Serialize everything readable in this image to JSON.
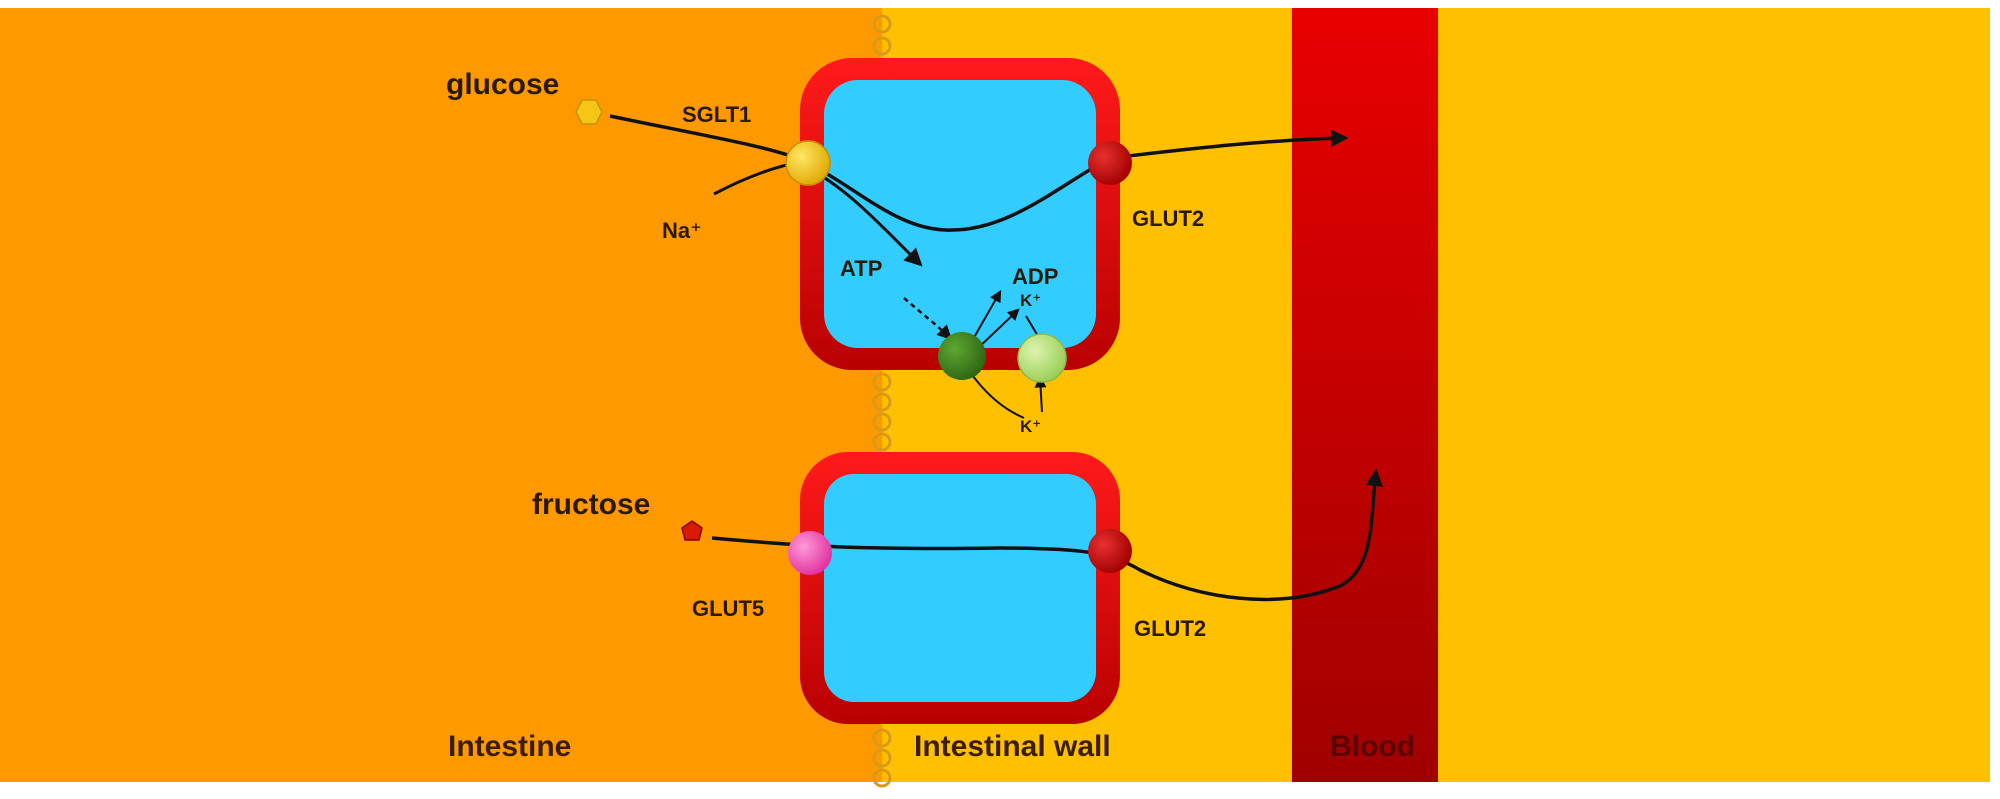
{
  "labels": {
    "glucose": "glucose",
    "sglt1": "SGLT1",
    "na": "Na⁺",
    "atp": "ATP",
    "adp": "ADP",
    "k_top": "K⁺",
    "k_bottom": "K⁺",
    "glut2_top": "GLUT2",
    "fructose": "fructose",
    "glut5": "GLUT5",
    "glut2_bottom": "GLUT2"
  },
  "regions": {
    "intestine": "Intestine",
    "intestinal_wall": "Intestinal wall",
    "blood": "Blood"
  },
  "colors": {
    "intestine": "#FF9900",
    "wall": "#FFC000",
    "blood_top": "#E80000",
    "blood_bottom": "#A00000",
    "cell_fill": "#33CCFF",
    "cell_border": "#E00000",
    "glucose": "#F5C518",
    "sglt1": "#FFD21A",
    "glut2": "#CC0000",
    "glut5": "#FF4FB8",
    "pump": "#3A7D1A",
    "k_channel": "#B8E67A",
    "fructose": "#D81B00",
    "tight_junction": "#D99A1A"
  }
}
